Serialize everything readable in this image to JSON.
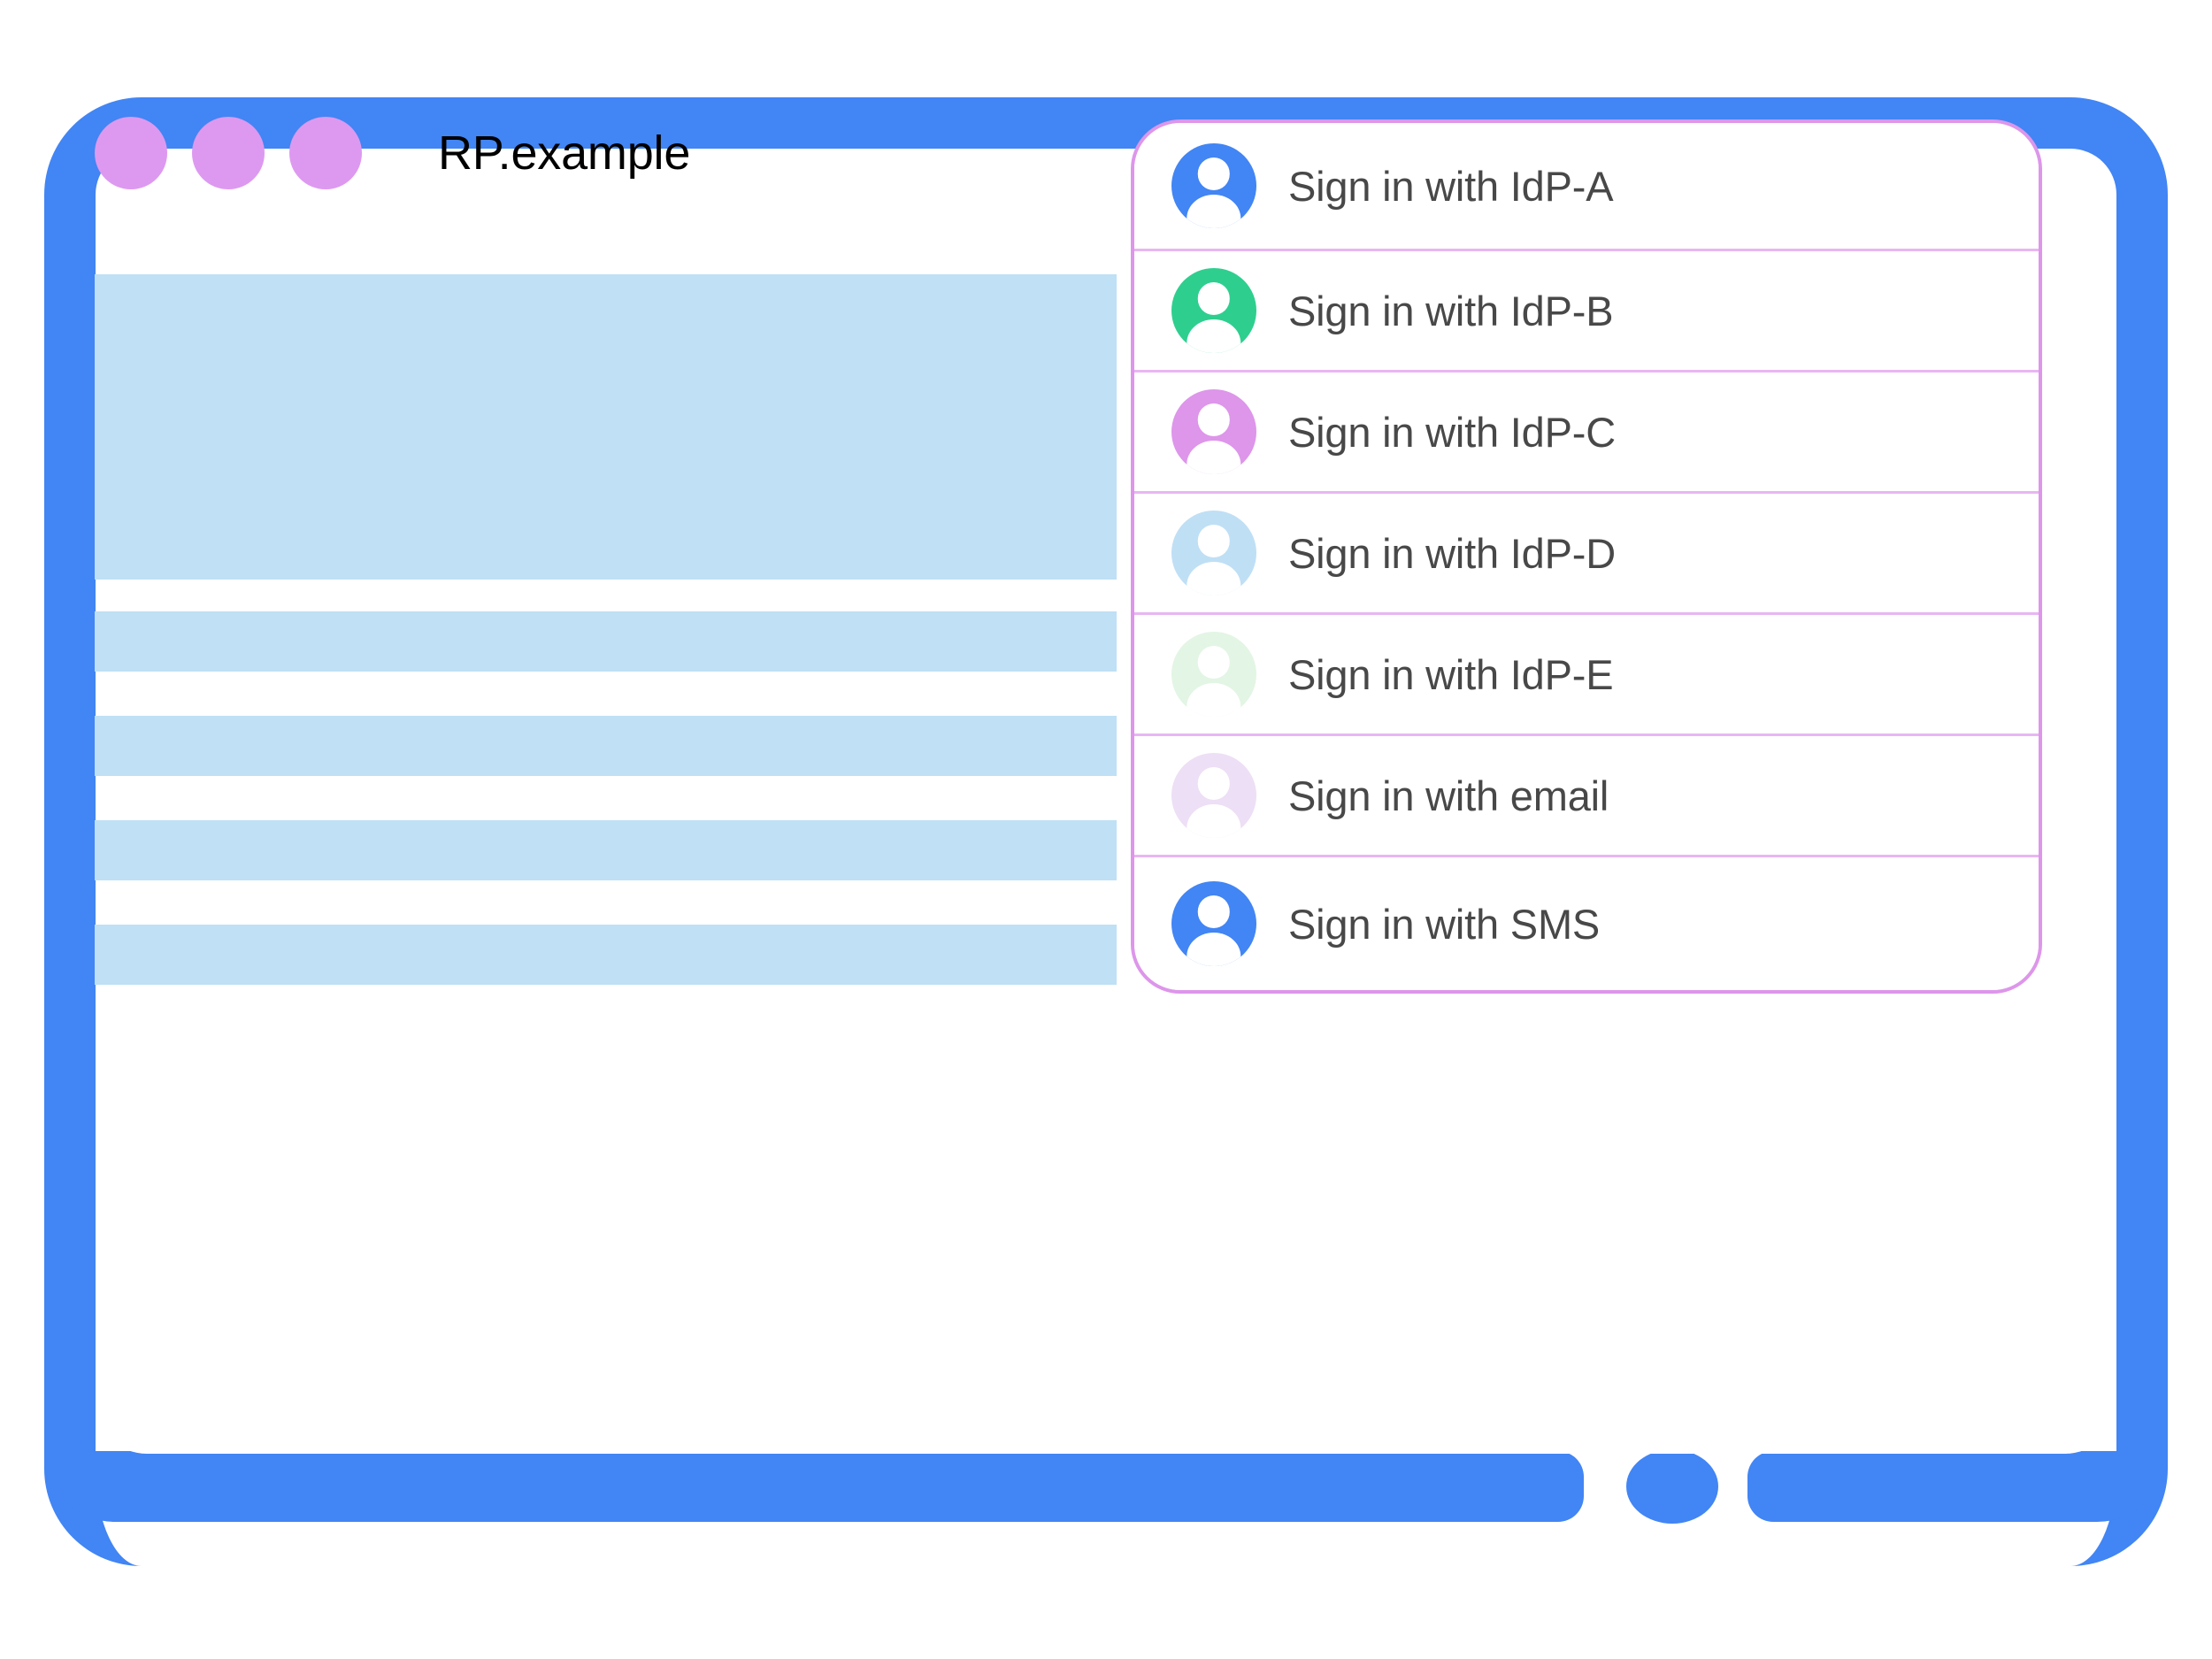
{
  "browser": {
    "title": "RP.example",
    "chrome_dots": [
      "chrome-dot-1",
      "chrome-dot-2",
      "chrome-dot-3"
    ],
    "chrome_dot_color": "#dd99f0"
  },
  "page_content": {
    "placeholder_blocks": [
      {
        "name": "hero-placeholder",
        "kind": "hero"
      },
      {
        "name": "text-placeholder-1",
        "kind": "bar"
      },
      {
        "name": "text-placeholder-2",
        "kind": "bar"
      },
      {
        "name": "text-placeholder-3",
        "kind": "bar"
      },
      {
        "name": "text-placeholder-4",
        "kind": "bar"
      }
    ],
    "placeholder_color": "#bfe0f5"
  },
  "chooser": {
    "border_color": "#dd96ea",
    "divider_color": "#e8b6f2",
    "accounts": [
      {
        "label": "Sign in with IdP-A",
        "avatar_color": "#4285f4",
        "icon": "person-avatar-icon"
      },
      {
        "label": "Sign in with IdP-B",
        "avatar_color": "#2ecf8e",
        "icon": "person-avatar-icon"
      },
      {
        "label": "Sign in with IdP-C",
        "avatar_color": "#dd96ea",
        "icon": "person-avatar-icon"
      },
      {
        "label": "Sign in with IdP-D",
        "avatar_color": "#bfdff5",
        "icon": "person-avatar-icon"
      },
      {
        "label": "Sign in with IdP-E",
        "avatar_color": "#e3f5e4",
        "icon": "person-avatar-icon"
      },
      {
        "label": "Sign in with email",
        "avatar_color": "#eddff5",
        "icon": "person-avatar-icon"
      },
      {
        "label": "Sign in with SMS",
        "avatar_color": "#4285f4",
        "icon": "person-avatar-icon"
      }
    ]
  },
  "device": {
    "bezel_color": "#4285f4",
    "home_button": "home-button"
  }
}
